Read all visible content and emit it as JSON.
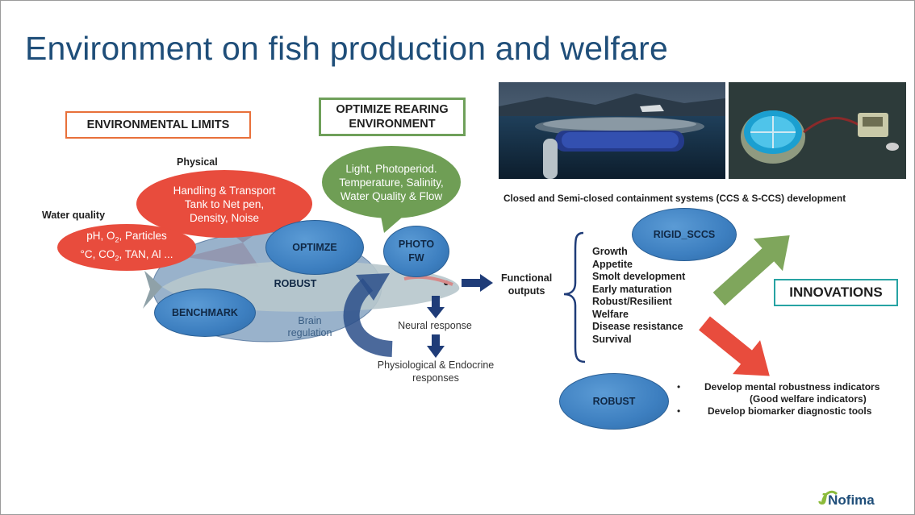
{
  "title": "Environment on fish production and welfare",
  "boxes": {
    "environmental_limits": "ENVIRONMENTAL LIMITS",
    "optimize_rearing": "OPTIMIZE REARING ENVIRONMENT",
    "innovations": "INNOVATIONS"
  },
  "labels": {
    "physical": "Physical",
    "water_quality": "Water quality"
  },
  "red_bubbles": {
    "physical_text": [
      "Handling & Transport",
      "Tank to Net pen,",
      "Density, Noise"
    ],
    "water_text": [
      "pH, O",
      "2",
      ", Particles",
      "°C, CO",
      "2",
      ", TAN, Al ..."
    ]
  },
  "green_bubble": [
    "Light, Photoperiod.",
    "Temperature, Salinity,",
    "Water Quality & Flow"
  ],
  "project_ellipses": {
    "optimze": "OPTIMZE",
    "photo_fw": [
      "PHOTO",
      "FW"
    ],
    "robust": "ROBUST",
    "benchmark": "BENCHMARK",
    "rigid_sccs": "RIGID_SCCS",
    "robust_bottom": "ROBUST"
  },
  "flow": {
    "brain": [
      "Brain",
      "regulation"
    ],
    "neural": "Neural response",
    "endocrine": [
      "Physiological & Endocrine",
      "responses"
    ],
    "functional": [
      "Functional",
      "outputs"
    ]
  },
  "outputs": [
    "Growth",
    "Appetite",
    "Smolt development",
    "Early maturation",
    "Robust/Resilient",
    "Welfare",
    "Disease resistance",
    "Survival"
  ],
  "caption": "Closed and Semi-closed containment systems (CCS & S-CCS) development",
  "bullets": [
    "Develop mental robustness indicators",
    "(Good welfare indicators)",
    "Develop biomarker diagnostic tools"
  ],
  "bullet_char": "•",
  "logo": "Nofima",
  "colors": {
    "title": "#1f4e79",
    "red": "#e84c3d",
    "green": "#6f9e55",
    "blue": "#3d7fc0",
    "arrow_navy": "#1f3c78",
    "arrow_green": "#7fa65c",
    "arrow_red": "#e84c3d"
  }
}
